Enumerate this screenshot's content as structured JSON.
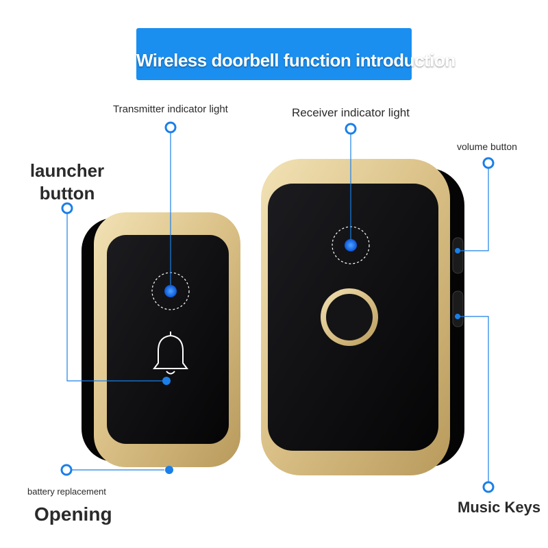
{
  "title": "Wireless doorbell function introduction",
  "labels": {
    "transmitter_light": "Transmitter indicator light",
    "receiver_light": "Receiver indicator light",
    "volume_button": "volume button",
    "launcher_line1": "launcher",
    "launcher_line2": "button",
    "battery_small": "battery replacement",
    "battery_large": "Opening",
    "music_keys": "Music Keys"
  },
  "colors": {
    "banner": "#1a8ff0",
    "accent": "#1a7fe8",
    "gold": "#d8c089",
    "device_face": "#0b0b0d"
  },
  "icons": {
    "bell": "bell-icon",
    "marker": "circle-marker-icon"
  }
}
